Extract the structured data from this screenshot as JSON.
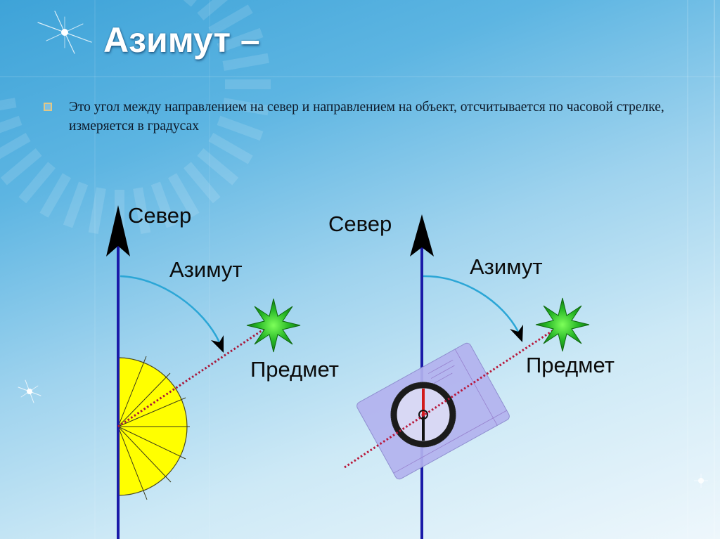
{
  "slide": {
    "title": "Азимут –",
    "bullets": [
      {
        "icon": "square-bullet-icon",
        "text": "Это угол между направлением на север и направлением на объект, отсчитывается по часовой стрелке, измеряется в градусах"
      }
    ]
  },
  "diagrams": {
    "left": {
      "north_label": "Север",
      "azimuth_label": "Азимут",
      "object_label": "Предмет",
      "instrument": "protractor"
    },
    "right": {
      "north_label": "Север",
      "azimuth_label": "Азимут",
      "object_label": "Предмет",
      "instrument": "compass"
    }
  },
  "colors": {
    "north_line": "#1a1aa8",
    "arrowhead": "#000000",
    "azimuth_arc": "#2ba6d6",
    "dotted_line": "#a8183a",
    "star": "#22b022",
    "protractor": "#ffff00",
    "compass_plate": "#b3b3ee",
    "bullet": "#e2c785"
  }
}
